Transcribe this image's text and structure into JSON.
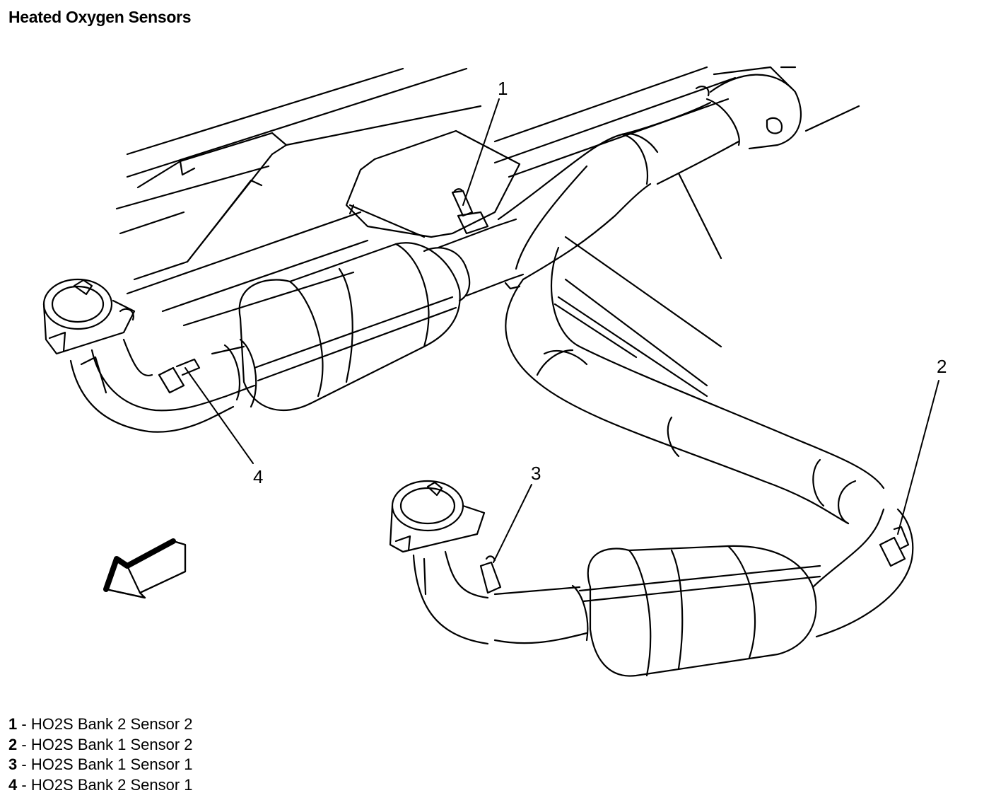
{
  "title": "Heated Oxygen Sensors",
  "callouts": [
    "1",
    "2",
    "3",
    "4"
  ],
  "legend": [
    {
      "num": "1",
      "sep": " - ",
      "text": "HO2S Bank 2 Sensor 2"
    },
    {
      "num": "2",
      "sep": " - ",
      "text": "HO2S Bank 1 Sensor 2"
    },
    {
      "num": "3",
      "sep": " - ",
      "text": "HO2S Bank 1 Sensor 1"
    },
    {
      "num": "4",
      "sep": " - ",
      "text": "HO2S Bank 2 Sensor 1"
    }
  ],
  "colors": {
    "ink": "#000000",
    "paper": "#ffffff"
  },
  "icons": {
    "forward_arrow": "front-of-vehicle-arrow-icon"
  }
}
